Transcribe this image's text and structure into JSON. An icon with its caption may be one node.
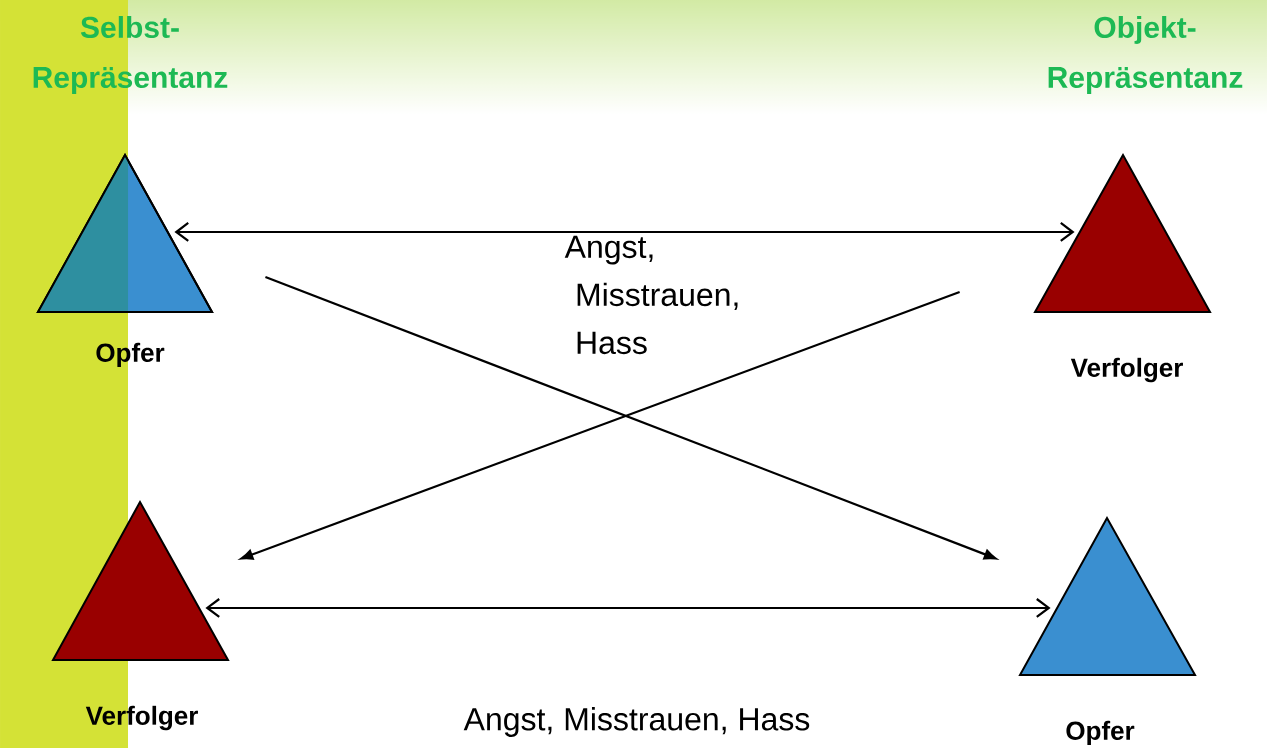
{
  "diagram": {
    "nodes": [
      {
        "text": [
          "Opfer"
        ]
      },
      {
        "text": [
          "Verfolger"
        ]
      },
      {
        "text": [
          "Verfolger"
        ]
      },
      {
        "text": [
          "Opfer"
        ]
      }
    ],
    "edges": [
      {
        "from": 0,
        "to": 1,
        "arrow": "both",
        "label": "Angst, Misstrauen, Hass"
      },
      {
        "from": 0,
        "to": 3,
        "arrow": "to"
      },
      {
        "from": 1,
        "to": 2,
        "arrow": "to"
      },
      {
        "from": 2,
        "to": 3,
        "arrow": "both",
        "label": "Angst, Misstrauen, Hass"
      }
    ],
    "labels": [
      "Selbst- Repräsentanz",
      "Objekt- Repräsentanz"
    ]
  }
}
